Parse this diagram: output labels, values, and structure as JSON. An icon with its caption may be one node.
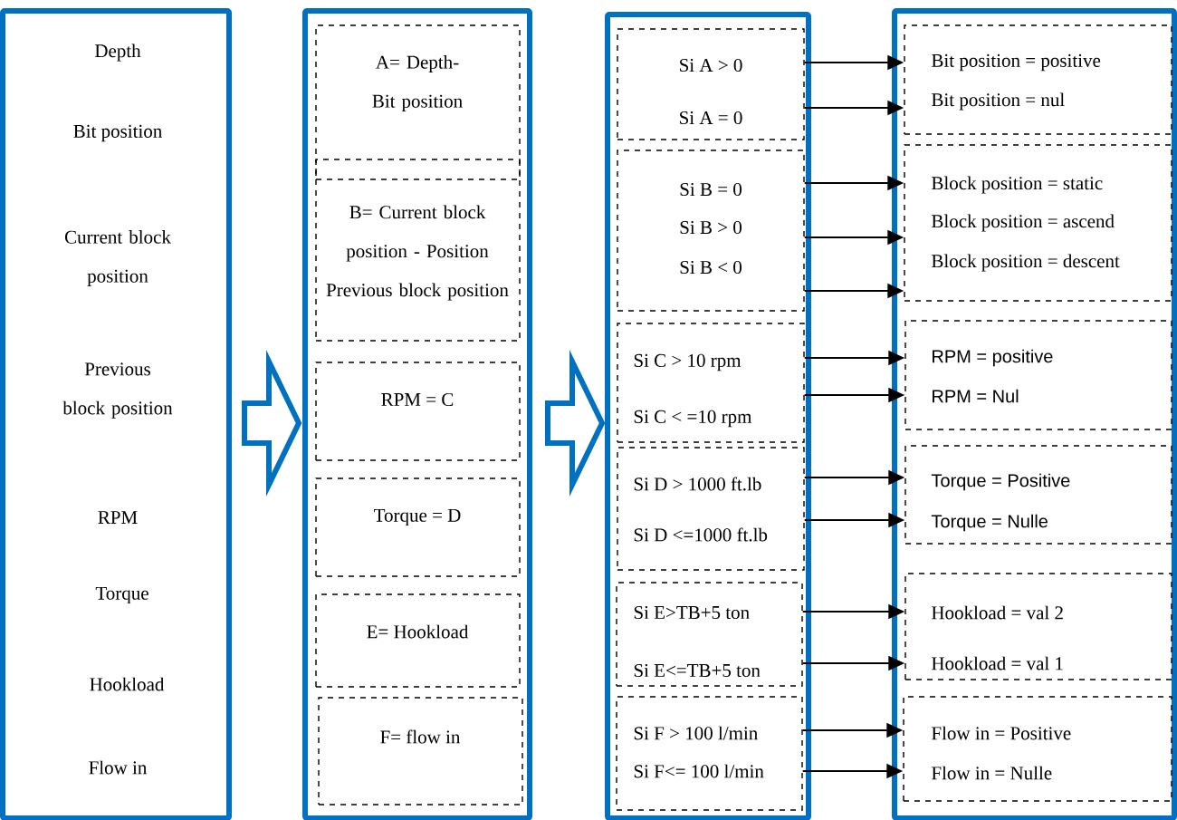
{
  "diagram": {
    "nodes": [
      {
        "text": [
          "Depth",
          "Bit position",
          "Current block position",
          "Previous block position",
          "RPM",
          "Torque",
          "Hookload",
          "Flow in"
        ]
      },
      {
        "text": [],
        "shape": "box"
      },
      {
        "text": [
          "A= Depth- Bit position"
        ],
        "in": 1
      },
      {
        "text": [
          "B= Current block position - Position Previous block position"
        ],
        "in": 1
      },
      {
        "text": [
          "RPM = C"
        ],
        "in": 1
      },
      {
        "text": [
          "Torque = D"
        ],
        "in": 1
      },
      {
        "text": [
          "E= Hookload"
        ],
        "in": 1
      },
      {
        "text": [
          "F= flow in"
        ],
        "in": 1
      },
      {
        "text": [],
        "shape": "box"
      },
      {
        "text": [
          "Si A > 0",
          "Si A = 0"
        ],
        "in": 8
      },
      {
        "text": [
          "Si B = 0",
          "Si B > 0",
          "Si B < 0"
        ],
        "in": 8
      },
      {
        "text": [
          "Si C > 10 rpm",
          "Si C < =10 rpm"
        ],
        "in": 8
      },
      {
        "text": [
          "Si D > 1000 ft.lb",
          "Si D <=1000 ft.lb"
        ],
        "in": 8
      },
      {
        "text": [
          "Si E>TB+5 ton",
          "Si E<=TB+5 ton"
        ],
        "in": 8
      },
      {
        "text": [
          "Si F > 100 l/min",
          "Si F<= 100 l/min"
        ],
        "in": 8
      },
      {
        "text": [],
        "shape": "box"
      },
      {
        "text": [
          "Bit position = positive",
          "Bit position = nul"
        ],
        "in": 15
      },
      {
        "text": [
          "Block position = static",
          "Block position = ascend",
          "Block position = descent"
        ],
        "in": 15
      },
      {
        "text": [
          "RPM = positive",
          "RPM = Nul"
        ],
        "in": 15
      },
      {
        "text": [
          "Torque = Positive",
          "Torque = Nulle"
        ],
        "in": 15
      },
      {
        "text": [
          "Hookload = val 2",
          "Hookload = val 1"
        ],
        "in": 15
      },
      {
        "text": [
          "Flow in = Positive",
          "Flow in = Nulle"
        ],
        "in": 15
      }
    ],
    "edges": [
      {
        "from": 0,
        "to": 1,
        "arrow": "to",
        "style": "thick",
        "color": "#0070c0"
      },
      {
        "from": 1,
        "to": 8,
        "arrow": "to",
        "style": "thick",
        "color": "#0070c0"
      },
      {
        "from": 9,
        "to": 16,
        "arrow": "to"
      },
      {
        "from": 9,
        "to": 16,
        "arrow": "to"
      },
      {
        "from": 10,
        "to": 17,
        "arrow": "to"
      },
      {
        "from": 10,
        "to": 17,
        "arrow": "to"
      },
      {
        "from": 10,
        "to": 17,
        "arrow": "to"
      },
      {
        "from": 11,
        "to": 18,
        "arrow": "to"
      },
      {
        "from": 11,
        "to": 18,
        "arrow": "to"
      },
      {
        "from": 12,
        "to": 19,
        "arrow": "to"
      },
      {
        "from": 12,
        "to": 19,
        "arrow": "to"
      },
      {
        "from": 13,
        "to": 20,
        "arrow": "to"
      },
      {
        "from": 13,
        "to": 20,
        "arrow": "to"
      },
      {
        "from": 14,
        "to": 21,
        "arrow": "to"
      },
      {
        "from": 14,
        "to": 21,
        "arrow": "to"
      }
    ]
  }
}
